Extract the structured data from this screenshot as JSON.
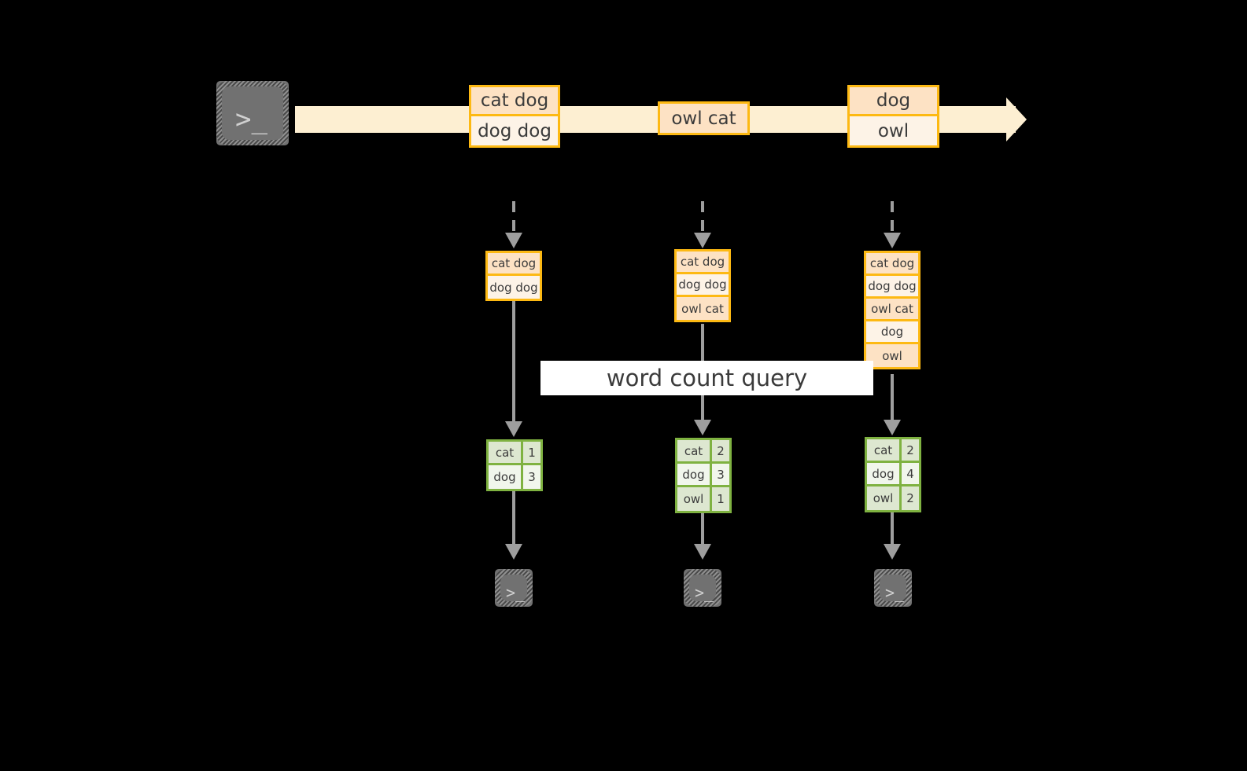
{
  "diagram": {
    "title_label": "word count query",
    "colors": {
      "background": "#000000",
      "stream_fill": "#fdefd2",
      "stream_border": "#fdb913",
      "stream_row_shade": "#fde2c4",
      "table_fill": "#eef4e7",
      "table_border": "#7fb241",
      "table_row_shade": "#dde7d0",
      "connector": "#9e9e9e",
      "terminal_fill": "#717171",
      "label_fill": "#ffffff",
      "text": "#3b3b3b"
    },
    "producer": {
      "icon": "terminal-icon",
      "glyph": ">_"
    },
    "stream": {
      "arrow_direction": "right",
      "events": [
        {
          "rows": [
            "cat dog",
            "dog dog"
          ]
        },
        {
          "rows": [
            "owl cat"
          ]
        },
        {
          "rows": [
            "dog",
            "owl"
          ]
        }
      ]
    },
    "snapshots": [
      {
        "name": "snapshot-1",
        "input_rows": [
          "cat dog",
          "dog dog"
        ],
        "result_header_less": true,
        "results": [
          {
            "word": "cat",
            "count": "1"
          },
          {
            "word": "dog",
            "count": "3"
          }
        ],
        "consumer": {
          "icon": "terminal-icon",
          "glyph": ">_"
        }
      },
      {
        "name": "snapshot-2",
        "input_rows": [
          "cat dog",
          "dog dog",
          "owl cat"
        ],
        "result_header_less": true,
        "results": [
          {
            "word": "cat",
            "count": "2"
          },
          {
            "word": "dog",
            "count": "3"
          },
          {
            "word": "owl",
            "count": "1"
          }
        ],
        "consumer": {
          "icon": "terminal-icon",
          "glyph": ">_"
        }
      },
      {
        "name": "snapshot-3",
        "input_rows": [
          "cat dog",
          "dog dog",
          "owl cat",
          "dog",
          "owl"
        ],
        "result_header_less": true,
        "results": [
          {
            "word": "cat",
            "count": "2"
          },
          {
            "word": "dog",
            "count": "4"
          },
          {
            "word": "owl",
            "count": "2"
          }
        ],
        "consumer": {
          "icon": "terminal-icon",
          "glyph": ">_"
        }
      }
    ]
  }
}
